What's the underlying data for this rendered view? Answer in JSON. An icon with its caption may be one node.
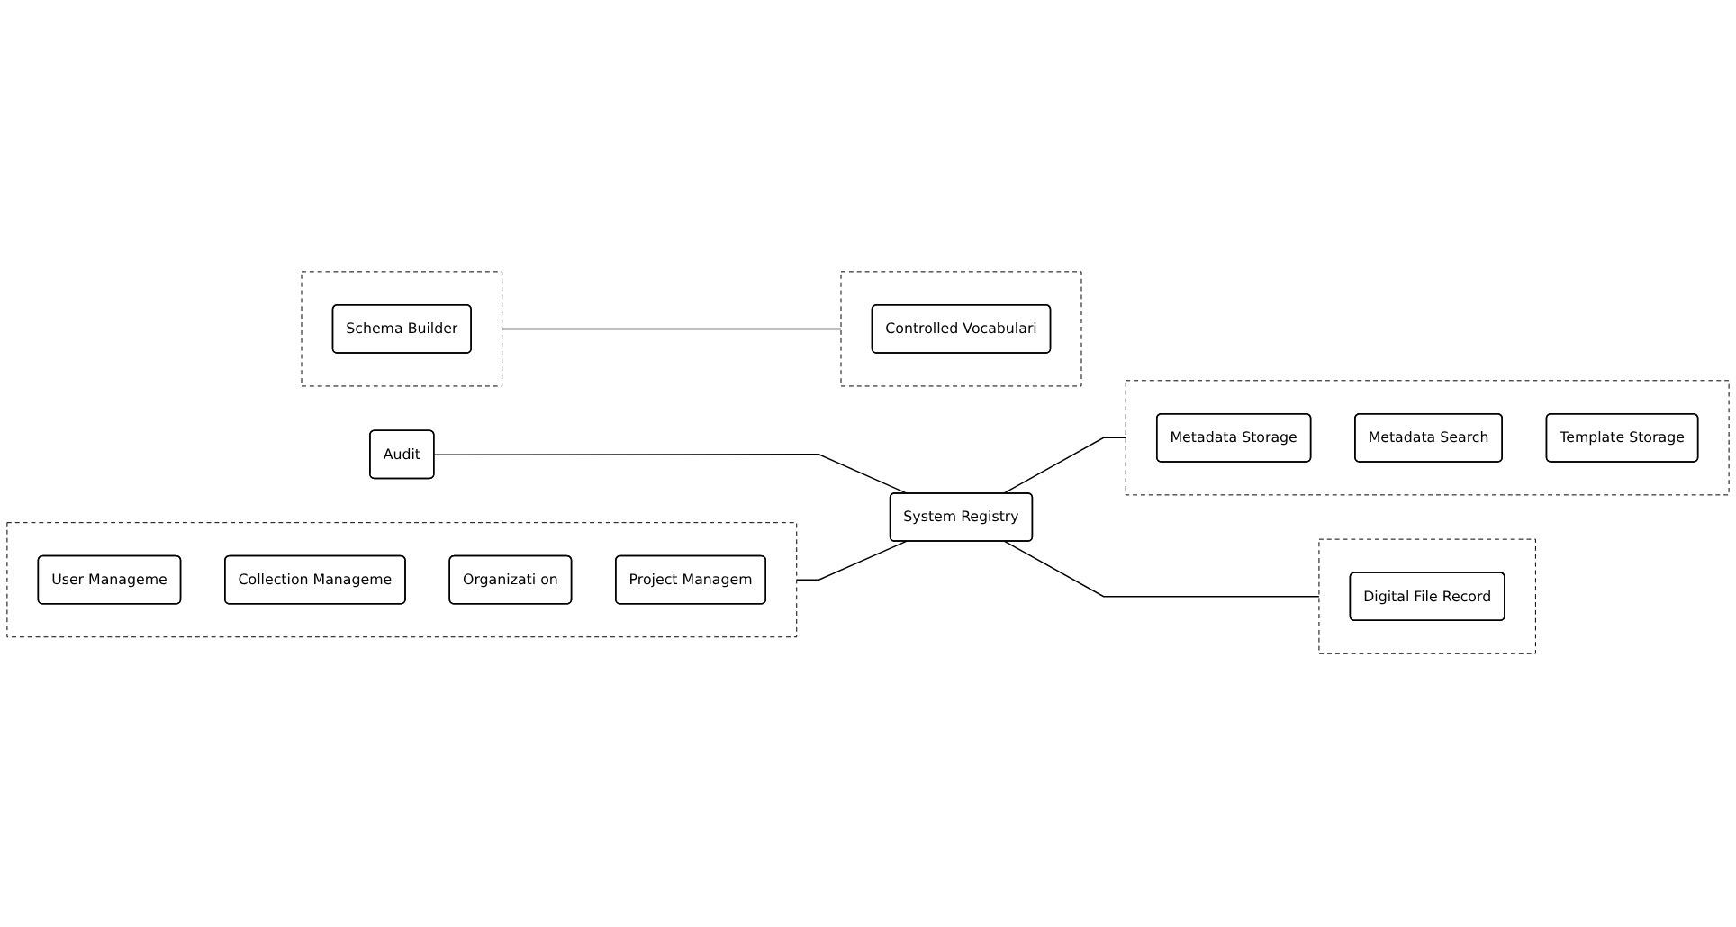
{
  "diagram": {
    "nodes": [
      {
        "text": [],
        "shape": "box"
      },
      {
        "text": [
          "User Manageme"
        ],
        "in": 0
      },
      {
        "text": [
          "Collection Manageme"
        ],
        "in": 0
      },
      {
        "text": [
          "Organizati on"
        ],
        "in": 0
      },
      {
        "text": [
          "Project Managem"
        ],
        "in": 0
      },
      {
        "text": [
          "Audit"
        ]
      },
      {
        "text": [
          "System Registry"
        ]
      },
      {
        "text": [],
        "shape": "box"
      },
      {
        "text": [
          "Metadata Storage"
        ],
        "in": 7
      },
      {
        "text": [
          "Metadata Search"
        ],
        "in": 7
      },
      {
        "text": [
          "Template Storage"
        ],
        "in": 7
      },
      {
        "text": [],
        "shape": "box"
      },
      {
        "text": [
          "Schema Builder"
        ],
        "in": 11
      },
      {
        "text": [],
        "shape": "box"
      },
      {
        "text": [
          "Controlled Vocabulari"
        ],
        "in": 13
      },
      {
        "text": [],
        "shape": "box"
      },
      {
        "text": [
          "Digital File Record"
        ],
        "in": 15
      }
    ],
    "edges": [
      {
        "from": 5,
        "to": 6,
        "arrow": "none"
      },
      {
        "from": 0,
        "to": 6,
        "arrow": "none"
      },
      {
        "from": 6,
        "to": 7,
        "arrow": "none"
      },
      {
        "from": 6,
        "to": 15,
        "arrow": "none"
      },
      {
        "from": 11,
        "to": 13,
        "arrow": "none"
      }
    ]
  }
}
